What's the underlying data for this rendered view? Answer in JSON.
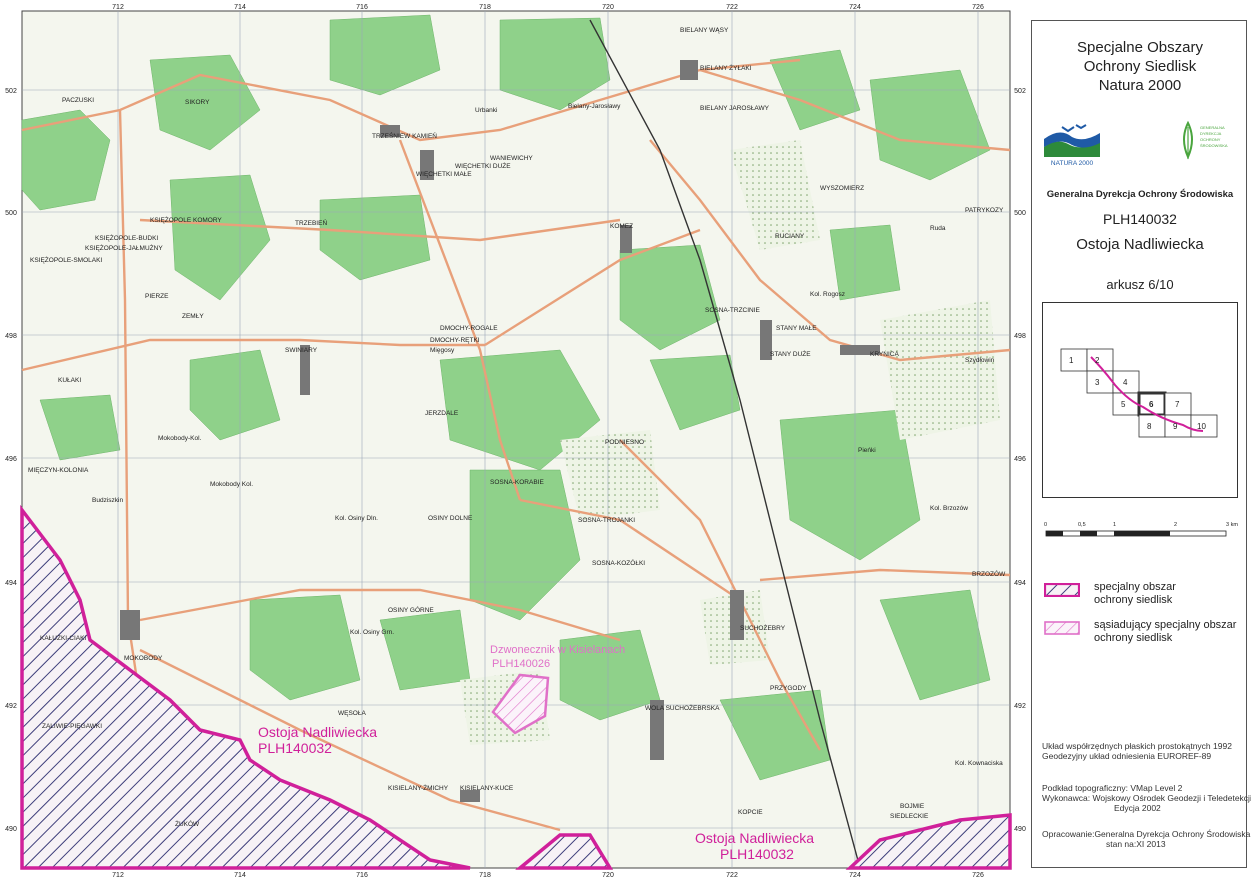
{
  "map": {
    "x_ticks": [
      "712",
      "714",
      "716",
      "718",
      "720",
      "722",
      "724",
      "726"
    ],
    "y_ticks": [
      "502",
      "500",
      "498",
      "496",
      "494",
      "492",
      "490"
    ],
    "places": [
      "PACZUSKI",
      "SIKORY",
      "TRZEŚNIEW KAMIEŃ",
      "WANIEWICHY",
      "BIELANY WĄSY",
      "BIELANY ŻYŁAKI",
      "BIELANY JAROSŁAWY",
      "Bielany-Jarosławy",
      "Urbanki",
      "WIĘCHETKI MAŁE",
      "WIĘCHETKI DUŻE",
      "KSIĘŻOPOLE KOMORY",
      "KSIĘŻOPOLE-BUDKI",
      "KSIĘŻOPOLE-JAŁMUŻNY",
      "KSIĘŻOPOLE-SMOLAKI",
      "TRZEBIEŃ",
      "KOMEZ",
      "RUCIANY",
      "WYSZOMIERZ",
      "PATRYKOZY",
      "PIERZE",
      "ZEMŁY",
      "DMOCHY-ROGALE",
      "DMOCHY-RĘTKI",
      "Mięgosy",
      "SWINIARY",
      "SOSNA-TRZCINIE",
      "STANY MAŁE",
      "STANY DUŻE",
      "KRYNICA",
      "Szydłowin",
      "KUŁAKI",
      "JERZDALE",
      "PODNIESNO",
      "Mokobody-Kol.",
      "MIĘCZYN-KOLONIA",
      "Mokobody Kol.",
      "Budziszkin",
      "SOSNA-KORABIE",
      "SOSNA-TROJANKI",
      "Pieńki",
      "Kol. Osiny Dln.",
      "OSINY DOLNE",
      "SOSNA-KOZÓŁKI",
      "Kol. Brzozów",
      "BRZOZÓW",
      "OSINY GÓRNE",
      "KAŁUŻKI-CIAKI",
      "MOKOBODY",
      "Kol. Osiny Grn.",
      "SUCHOŻEBRY",
      "PRZYGODY",
      "WOLA SUCHOŻEBRSKA",
      "WĘSOŁA",
      "ZALIWIE-PIĘGAWKI",
      "KISIELANY-ŻMICHY",
      "KISIELANY-KUCE",
      "ŻUKÓW",
      "KOPCIE",
      "BOJMIE",
      "SIEDLECKIE",
      "Kol. Kownaciska",
      "Ruda",
      "Kol. Rogosz"
    ],
    "annotations": {
      "site_main_name": "Ostoja Nadliwiecka",
      "site_main_code": "PLH140032",
      "site_secondary_name": "Dzwonecznik w Kisielanach",
      "site_secondary_code": "PLH140026"
    }
  },
  "legend": {
    "title_line1": "Specjalne Obszary",
    "title_line2": "Ochrony Siedlisk",
    "title_line3": "Natura 2000",
    "natura_logo_text": "NATURA 2000",
    "gdos_logo_line1": "GENERALNA",
    "gdos_logo_line2": "DYREKCJA",
    "gdos_logo_line3": "OCHRONY",
    "gdos_logo_line4": "ŚRODOWISKA",
    "authority": "Generalna Dyrekcja Ochrony Środowiska",
    "site_code": "PLH140032",
    "site_name": "Ostoja Nadliwiecka",
    "sheet": "arkusz 6/10",
    "index_cells": [
      "1",
      "2",
      "3",
      "4",
      "5",
      "6",
      "7",
      "8",
      "9",
      "10"
    ],
    "scale_labels": [
      "0",
      "0,5",
      "1",
      "2",
      "3 km"
    ],
    "key1_line1": "specjalny obszar",
    "key1_line2": "ochrony siedlisk",
    "key2_line1": "sąsiadujący specjalny obszar",
    "key2_line2": "ochrony siedlisk",
    "note1": "Układ współrzędnych płaskich prostokątnych 1992",
    "note2": "Geodezyjny układ odniesienia EUROREF-89",
    "source1": "Podkład topograficzny: VMap Level 2",
    "source2": "Wykonawca: Wojskowy Ośrodek Geodezji i Teledetekcji",
    "source3": "Edycja 2002",
    "prepared1": "Opracowanie:Generalna Dyrekcja Ochrony Środowiska",
    "prepared2": "stan na:XI 2013",
    "colors": {
      "site_main": "#d0209a",
      "site_adjacent": "#e070c8",
      "forest": "#8fd18a",
      "road": "#e8a07a"
    }
  }
}
